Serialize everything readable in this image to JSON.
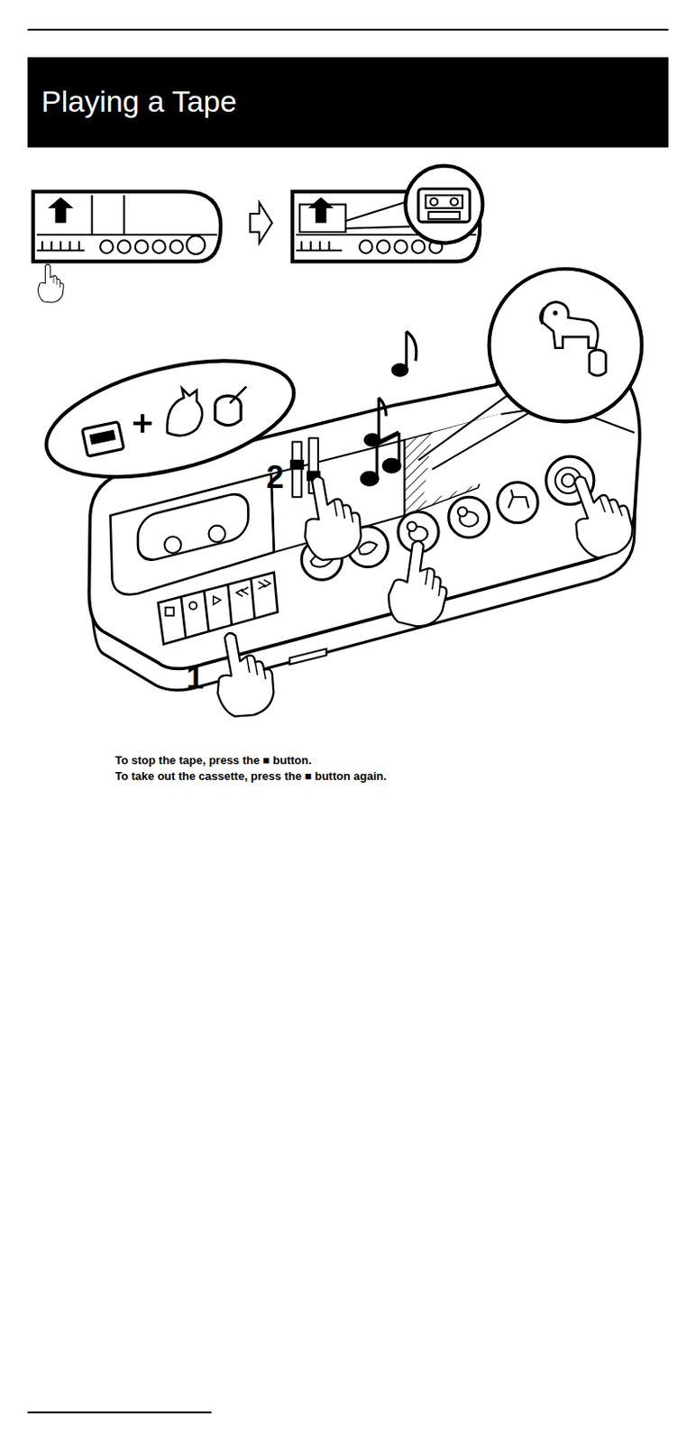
{
  "diagram": {
    "title": "Playing a Tape",
    "labels": [
      "2",
      "1",
      "To stop the tape, press the ■ button.",
      "To take out the cassette, press the ■ button again."
    ]
  }
}
